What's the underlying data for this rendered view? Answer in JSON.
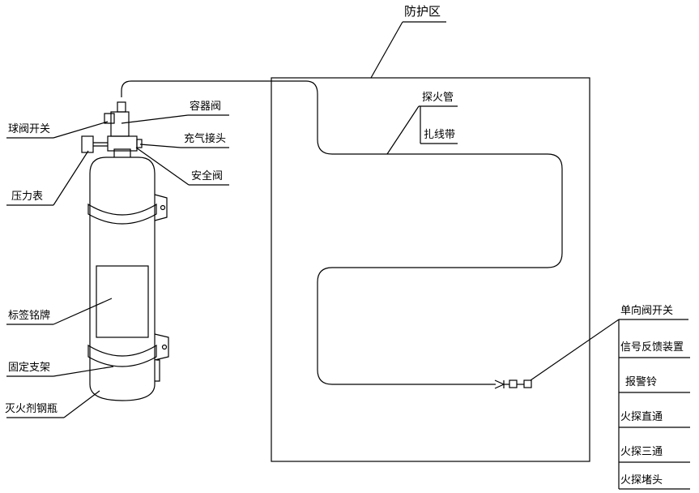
{
  "diagram": {
    "zone_label": "防护区",
    "tank_labels": {
      "ball_valve_switch": "球阀开关",
      "container_valve": "容器阀",
      "charging_joint": "充气接头",
      "pressure_gauge": "压力表",
      "safety_valve": "安全阀",
      "label_nameplate": "标签铭牌",
      "fixing_bracket": "固定支架",
      "extinguisher_cylinder": "灭火剂钢瓶"
    },
    "pipe_labels": {
      "fire_detection_tube": "探火管",
      "cable_tie": "扎线带"
    },
    "legend_items": [
      "单向阀开关",
      "信号反馈装置",
      "报警铃",
      "火探直通",
      "火探三通",
      "火探堵头"
    ],
    "colors": {
      "line": "#000000",
      "background": "#ffffff"
    }
  }
}
